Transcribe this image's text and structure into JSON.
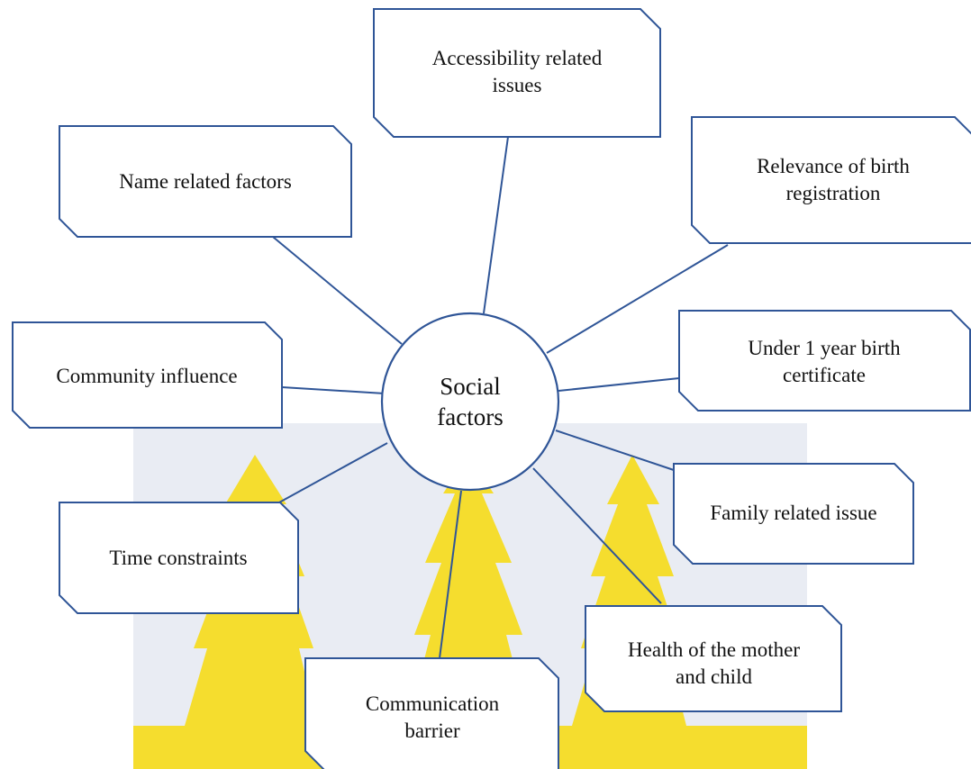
{
  "diagram": {
    "center": {
      "label": "Social\nfactors"
    },
    "nodes": [
      {
        "id": "accessibility",
        "label": "Accessibility related\nissues"
      },
      {
        "id": "relevance",
        "label": "Relevance of birth\nregistration"
      },
      {
        "id": "under-one-year",
        "label": "Under 1 year birth\ncertificate"
      },
      {
        "id": "family",
        "label": "Family related issue"
      },
      {
        "id": "health",
        "label": "Health of the mother\nand child"
      },
      {
        "id": "communication",
        "label": "Communication\nbarrier"
      },
      {
        "id": "time",
        "label": "Time constraints"
      },
      {
        "id": "community",
        "label": "Community influence"
      },
      {
        "id": "name",
        "label": "Name related factors"
      }
    ]
  },
  "colors": {
    "stroke": "#2f5597",
    "watermark_band": "#e9ecf3",
    "watermark_leaf": "#f5dd2e"
  }
}
